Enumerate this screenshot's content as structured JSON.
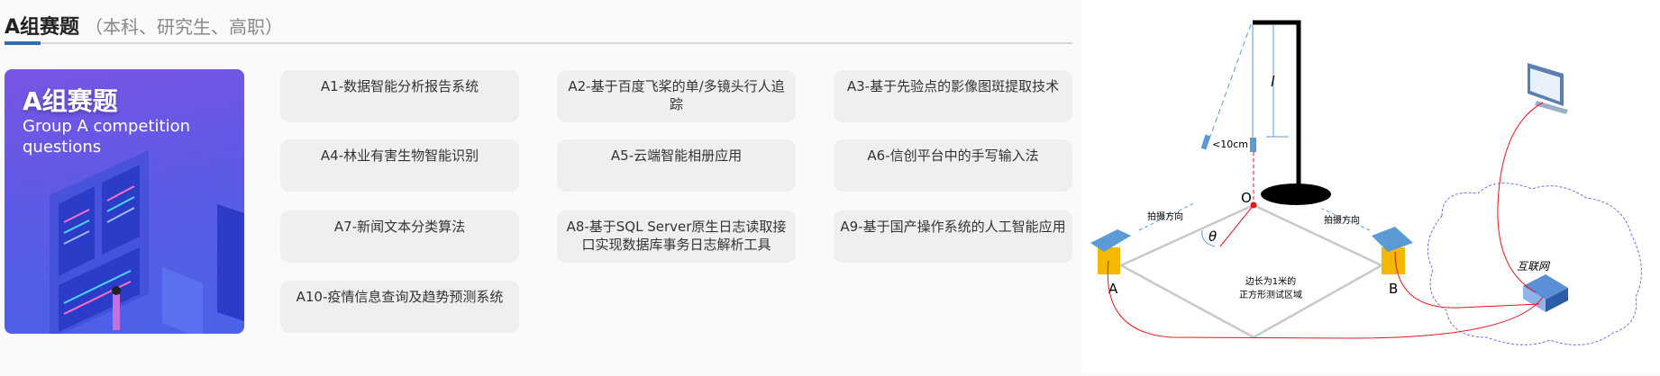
{
  "header": {
    "title": "A组赛题",
    "subtitle": "（本科、研究生、高职）"
  },
  "hero": {
    "title": "A组赛题",
    "subtitle": "Group A competition questions"
  },
  "topics": [
    "A1-数据智能分析报告系统",
    "A2-基于百度飞桨的单/多镜头行人追踪",
    "A3-基于先验点的影像图斑提取技术",
    "A4-林业有害生物智能识别",
    "A5-云端智能相册应用",
    "A6-信创平台中的手写输入法",
    "A7-新闻文本分类算法",
    "A8-基于SQL Server原生日志读取接口实现数据库事务日志解析工具",
    "A9-基于国产操作系统的人工智能应用",
    "A10-疫情信息查询及趋势预测系统"
  ],
  "diagram": {
    "length_label": "l",
    "offset_label": "<10cm",
    "origin_label": "O",
    "direction_left": "拍摄方向",
    "direction_right": "拍摄方向",
    "angle_label": "θ",
    "camera_a": "A",
    "camera_b": "B",
    "area_line1": "边长为1米的",
    "area_line2": "正方形测试区域",
    "network_label": "互联网"
  },
  "colors": {
    "accent": "#2f6db5",
    "card": "#efefef",
    "link": "#e8141b",
    "cloud": "#6b74e0"
  }
}
